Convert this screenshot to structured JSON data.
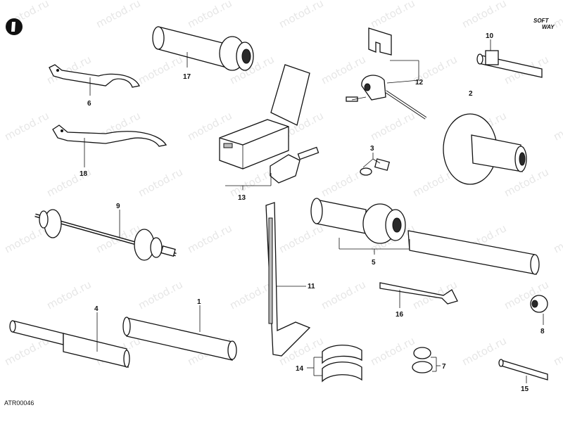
{
  "diagram": {
    "drawing_code": "ATR00046",
    "brand": [
      "SOFT",
      "WAY"
    ],
    "watermark": "motod.ru",
    "callouts": [
      {
        "id": "1",
        "label": "1"
      },
      {
        "id": "2",
        "label": "2"
      },
      {
        "id": "3",
        "label": "3"
      },
      {
        "id": "4",
        "label": "4"
      },
      {
        "id": "5",
        "label": "5"
      },
      {
        "id": "6",
        "label": "6"
      },
      {
        "id": "7",
        "label": "7"
      },
      {
        "id": "8",
        "label": "8"
      },
      {
        "id": "9",
        "label": "9"
      },
      {
        "id": "10",
        "label": "10"
      },
      {
        "id": "11",
        "label": "11"
      },
      {
        "id": "12",
        "label": "12"
      },
      {
        "id": "13",
        "label": "13"
      },
      {
        "id": "14",
        "label": "14"
      },
      {
        "id": "15",
        "label": "15"
      },
      {
        "id": "16",
        "label": "16"
      },
      {
        "id": "17",
        "label": "17"
      },
      {
        "id": "18",
        "label": "18"
      }
    ]
  }
}
